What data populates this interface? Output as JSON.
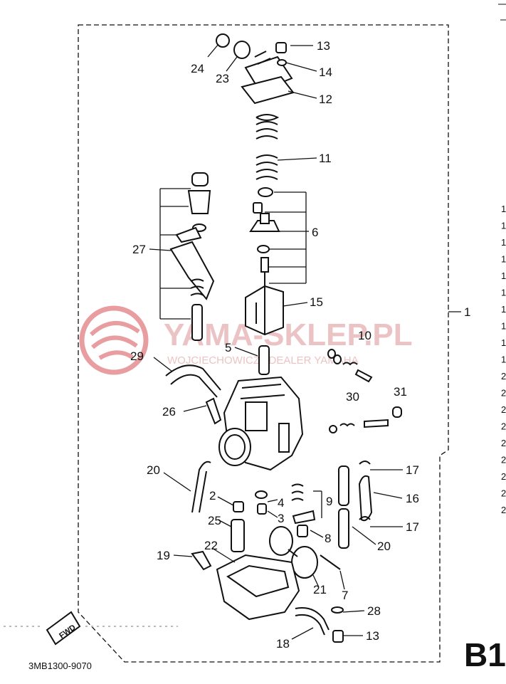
{
  "watermark": {
    "main": "YAMA-SKLEP.PL",
    "sub": "WOJCIECHOWICZ I DEALER YAMAHA"
  },
  "fwd_label": "FWD",
  "drawing_code": "3MB1300-9070",
  "page_ref": "B1",
  "assembly_label": "1",
  "side_marks": [
    "1",
    "1",
    "1",
    "1",
    "1",
    "1",
    "1",
    "1",
    "1",
    "1",
    "2",
    "2",
    "2",
    "2",
    "2",
    "2",
    "2",
    "2",
    "2"
  ],
  "callouts": [
    {
      "n": "24"
    },
    {
      "n": "23"
    },
    {
      "n": "13"
    },
    {
      "n": "14"
    },
    {
      "n": "12"
    },
    {
      "n": "11"
    },
    {
      "n": "6"
    },
    {
      "n": "27"
    },
    {
      "n": "15"
    },
    {
      "n": "10"
    },
    {
      "n": "5"
    },
    {
      "n": "29"
    },
    {
      "n": "30"
    },
    {
      "n": "31"
    },
    {
      "n": "26"
    },
    {
      "n": "20"
    },
    {
      "n": "17"
    },
    {
      "n": "16"
    },
    {
      "n": "2"
    },
    {
      "n": "4"
    },
    {
      "n": "9"
    },
    {
      "n": "25"
    },
    {
      "n": "3"
    },
    {
      "n": "17"
    },
    {
      "n": "8"
    },
    {
      "n": "20"
    },
    {
      "n": "19"
    },
    {
      "n": "22"
    },
    {
      "n": "21"
    },
    {
      "n": "7"
    },
    {
      "n": "28"
    },
    {
      "n": "13"
    },
    {
      "n": "18"
    }
  ],
  "colors": {
    "ink": "#111111",
    "watermark": "#e9b9bb",
    "watermark_logo": "#e58d90"
  }
}
